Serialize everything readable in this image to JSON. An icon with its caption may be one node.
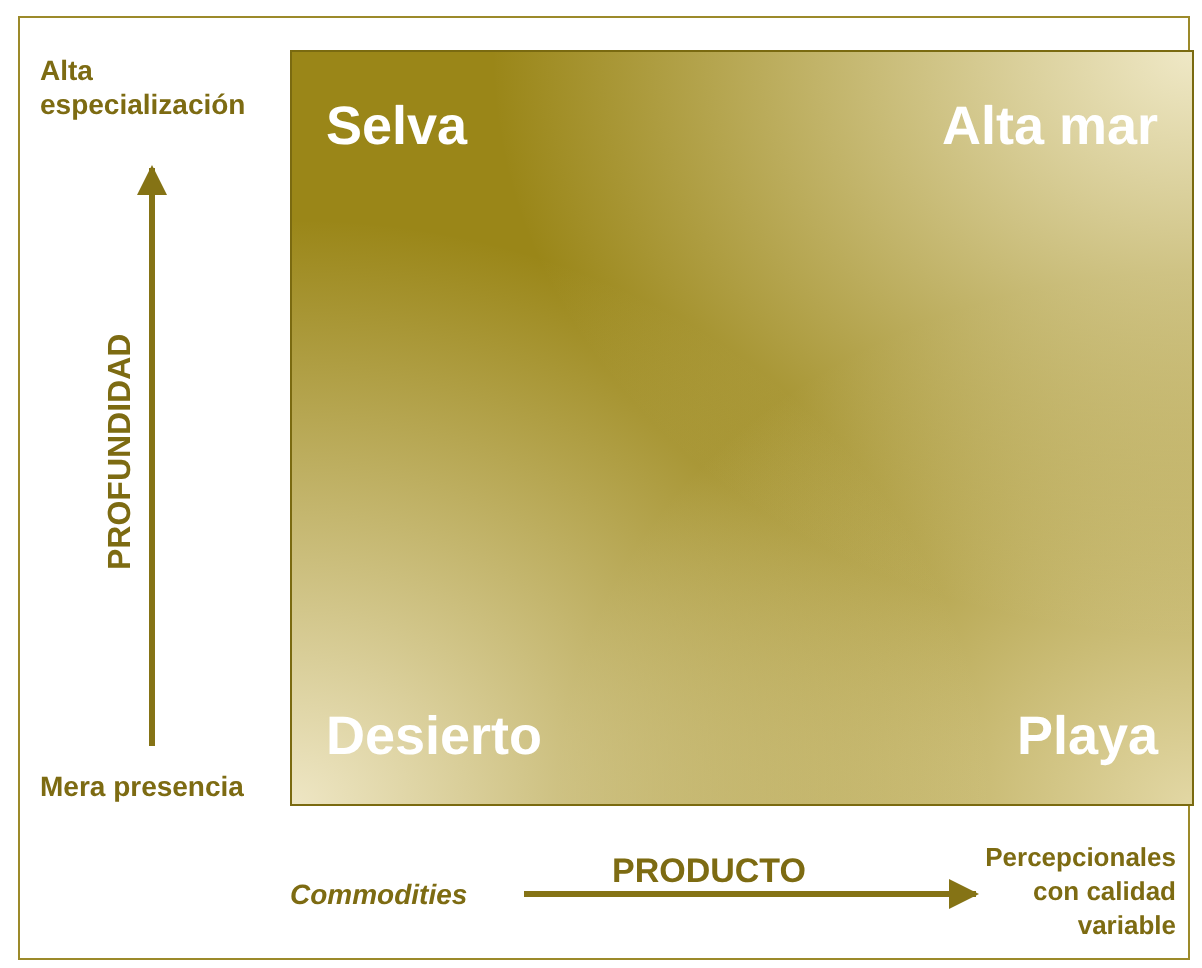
{
  "diagram": {
    "nodes": [
      {
        "text": [
          "Selva",
          "Alta mar",
          "Desierto",
          "Playa"
        ]
      }
    ],
    "labels": [
      "Alta especialización",
      "PROFUNDIDAD",
      "Mera presencia",
      "Commodities",
      "PRODUCTO",
      "Percepcionales con calidad variable"
    ]
  }
}
